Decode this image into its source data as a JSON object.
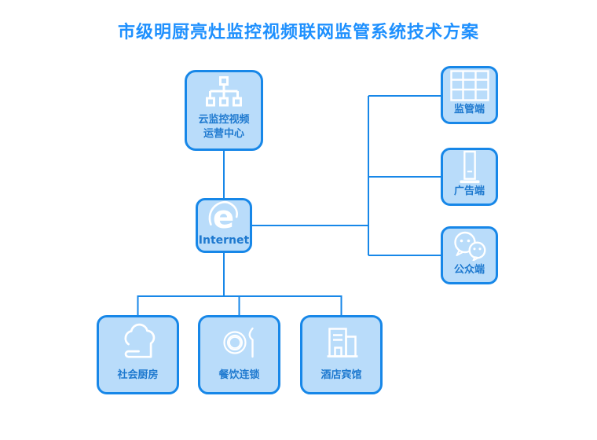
{
  "title": "市级明厨亮灶监控视频联网监管系统技术方案",
  "colors": {
    "background": "#ffffff",
    "title_color": "#1e90fe",
    "node_border": "#1787e8",
    "node_fill": "#b9dcfa",
    "node_label": "#1e79cf",
    "line_color": "#1787e8",
    "icon_color": "#ffffff"
  },
  "nodes": {
    "cloud_center": {
      "label_line1": "云监控视频",
      "label_line2": "运营中心",
      "icon": "org-chart-icon"
    },
    "internet": {
      "label": "Internet",
      "icon": "ie-browser-icon"
    },
    "supervision": {
      "label": "监管端",
      "icon": "table-grid-icon"
    },
    "advertising": {
      "label": "广告端",
      "icon": "signage-icon"
    },
    "public": {
      "label": "公众端",
      "icon": "wechat-icon"
    },
    "community_kitchen": {
      "label": "社会厨房",
      "icon": "chef-hat-icon"
    },
    "restaurant_chain": {
      "label": "餐饮连锁",
      "icon": "plate-knife-icon"
    },
    "hotel": {
      "label": "酒店宾馆",
      "icon": "buildings-icon"
    }
  }
}
